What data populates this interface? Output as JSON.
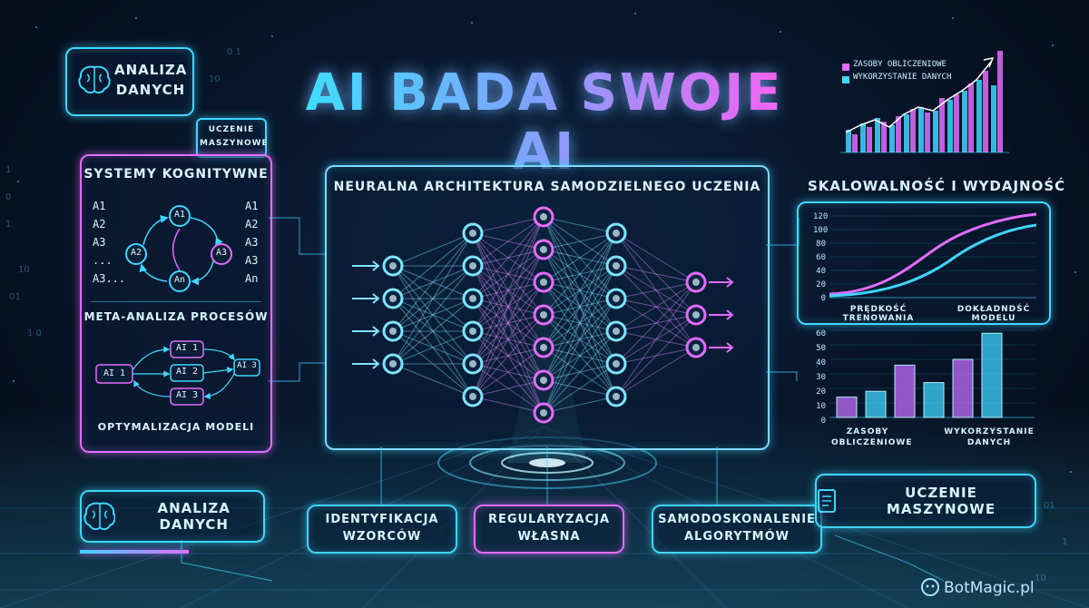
{
  "title": "AI BADA SWOJE AI",
  "top_left": {
    "analiza_label": "ANALIZA DANYCH",
    "uczenie_label": "UCZENIE MASZYNOWE",
    "brain_icon": "brain-icon"
  },
  "left_panel": {
    "heading": "SYSTEMY KOGNITYWNE",
    "left_list": [
      "A1",
      "A2",
      "A3",
      "...",
      "A3..."
    ],
    "right_list": [
      "A1",
      "A2",
      "A3",
      "A3",
      "An"
    ],
    "cycle_nodes": [
      "A1",
      "A2",
      "A3",
      "An"
    ],
    "meta_heading": "META-ANALIZA PROCESÓW",
    "flow_nodes": [
      "AI 1",
      "AI 1",
      "AI 2",
      "AI 3",
      "AI 3"
    ],
    "footer": "OPTYMALIZACJA MODELI"
  },
  "bottom_left_button": "ANALIZA DANYCH",
  "center_panel": {
    "heading": "NEURALNA ARCHITEKTURA SAMODZIELNEGO UCZENIA",
    "layers": [
      4,
      6,
      7,
      6,
      3
    ]
  },
  "bottom_buttons": [
    {
      "line1": "IDENTYFIKACJA",
      "line2": "WZORCÓW"
    },
    {
      "line1": "REGULARYZACJA",
      "line2": "WŁASNA"
    },
    {
      "line1": "SAMODOSKONALENIE",
      "line2": "ALGORYTMÓW"
    }
  ],
  "top_right_chart": {
    "legend": [
      "ZASOBY OBLICZENIOWE",
      "WYKORZYSTANIE DANYCH"
    ],
    "colors": [
      "#e46cff",
      "#3fd6ff"
    ]
  },
  "right_panel": {
    "heading": "SKALOWALNOŚĆ I WYDAJNOŚĆ",
    "ticks": [
      "120",
      "100",
      "80",
      "60",
      "40",
      "20",
      "0"
    ],
    "xlabels": [
      "PRĘDKOŚĆ TRENOWANIA",
      "DOKŁADNDŚĆ MODELU"
    ]
  },
  "bar_chart": {
    "ticks": [
      "60",
      "50",
      "40",
      "30",
      "20",
      "10",
      "0"
    ],
    "values": [
      14,
      18,
      36,
      24,
      40,
      58
    ],
    "xlabels": [
      "ZASOBY OBLICZENIOWE",
      "WYKORZYSTANIE DANYCH"
    ]
  },
  "bottom_right_button": "UCZENIE MASZYNOWE",
  "watermark": "BotMagic.pl"
}
